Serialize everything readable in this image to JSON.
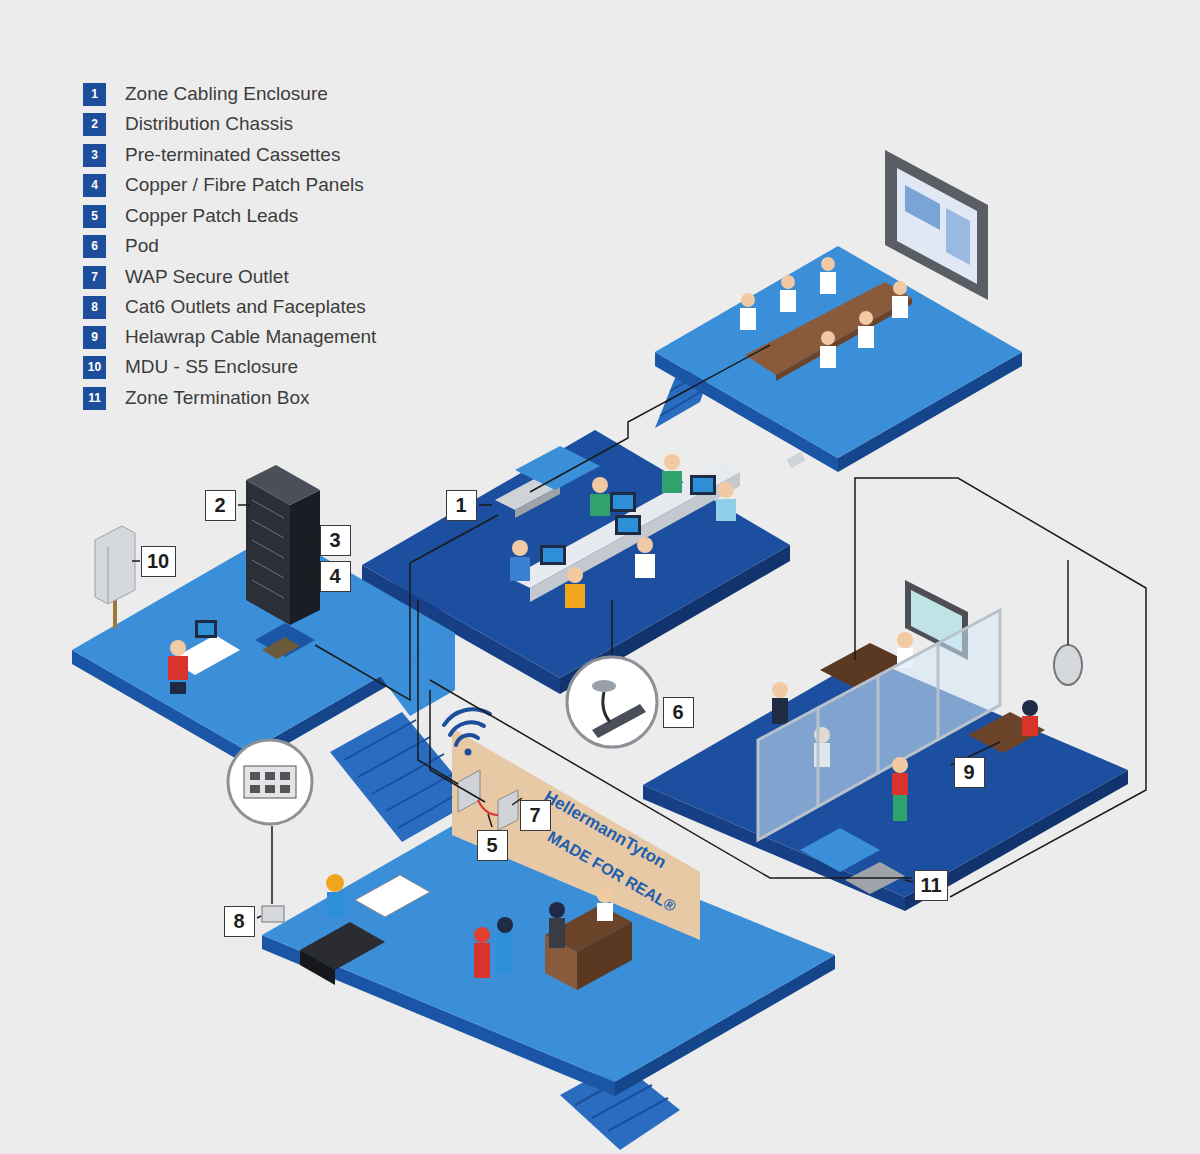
{
  "diagram": {
    "nodes": [
      {
        "text": [
          "1"
        ]
      },
      {
        "text": [
          "2"
        ]
      },
      {
        "text": [
          "3"
        ]
      },
      {
        "text": [
          "4"
        ]
      },
      {
        "text": [
          "5"
        ]
      },
      {
        "text": [
          "6"
        ]
      },
      {
        "text": [
          "7"
        ]
      },
      {
        "text": [
          "8"
        ]
      },
      {
        "text": [
          "9"
        ]
      },
      {
        "text": [
          "10"
        ]
      },
      {
        "text": [
          "11"
        ]
      }
    ],
    "labels": [
      "1",
      "2",
      "3",
      "4",
      "5",
      "6",
      "7",
      "8",
      "9",
      "10",
      "11",
      "HellermannTyton",
      "MADE FOR REAL®"
    ],
    "legend": [
      {
        "text": "Zone Cabling Enclosure",
        "color": "#1c4e9b"
      },
      {
        "text": "Distribution Chassis",
        "color": "#1c4e9b"
      },
      {
        "text": "Pre-terminated Cassettes",
        "color": "#1c4e9b"
      },
      {
        "text": "Copper / Fibre Patch Panels",
        "color": "#1c4e9b"
      },
      {
        "text": "Copper Patch Leads",
        "color": "#1c4e9b"
      },
      {
        "text": "Pod",
        "color": "#1c4e9b"
      },
      {
        "text": "WAP Secure Outlet",
        "color": "#1c4e9b"
      },
      {
        "text": "Cat6 Outlets and Faceplates",
        "color": "#1c4e9b"
      },
      {
        "text": "Helawrap Cable Management",
        "color": "#1c4e9b"
      },
      {
        "text": "MDU - S5 Enclosure",
        "color": "#1c4e9b"
      },
      {
        "text": "Zone Termination Box",
        "color": "#1c4e9b"
      }
    ]
  }
}
